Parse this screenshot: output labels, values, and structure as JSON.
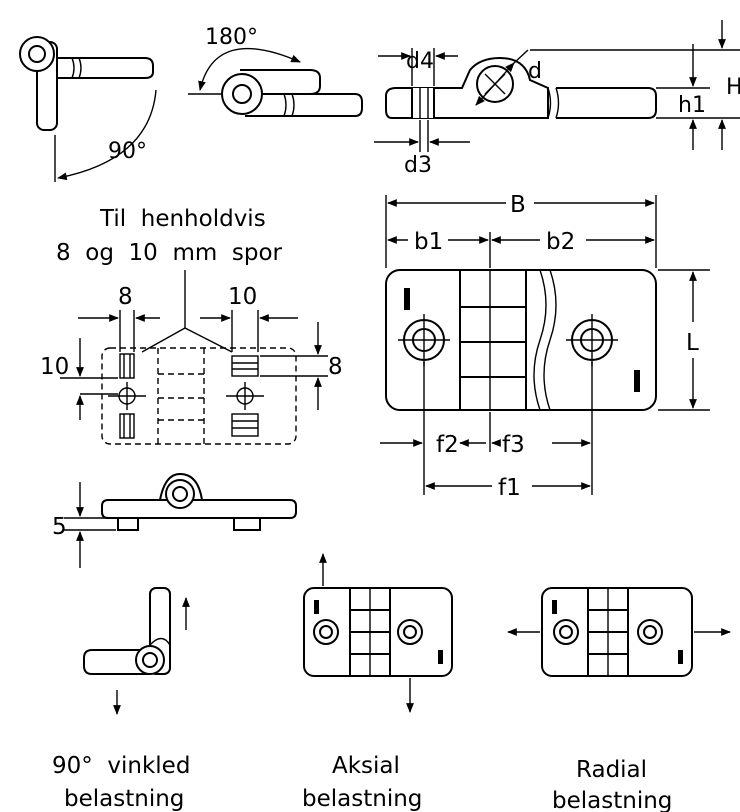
{
  "angles": {
    "a180": "180°",
    "a90": "90°"
  },
  "dims": {
    "d4": "d4",
    "d": "d",
    "d3": "d3",
    "h1": "h1",
    "H": "H",
    "B": "B",
    "b1": "b1",
    "b2": "b2",
    "L": "L",
    "f1": "f1",
    "f2": "f2",
    "f3": "f3"
  },
  "slot": {
    "caption_line1": "Til  henholdvis",
    "caption_line2": "8  og  10  mm  spor",
    "w_left": "8",
    "w_right": "10",
    "h_left": "10",
    "h_right": "8",
    "profile_height": "5"
  },
  "loads": {
    "angled_line1": "90°  vinkled",
    "angled_line2": "belastning",
    "axial_line1": "Aksial",
    "axial_line2": "belastning",
    "radial_line1": "Radial",
    "radial_line2": "belastning"
  }
}
